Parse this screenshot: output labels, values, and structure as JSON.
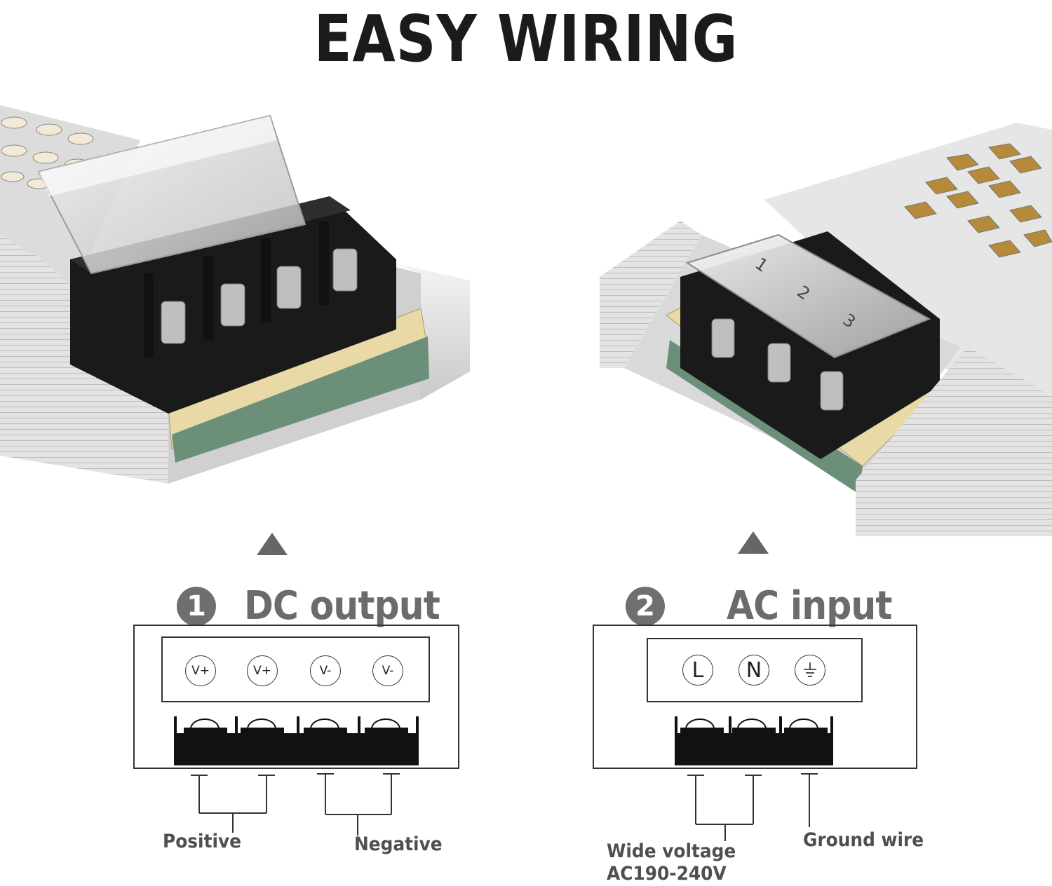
{
  "title": "EASY WIRING",
  "colors": {
    "heading": "#1b1b1b",
    "label_gray": "#6b6b6b",
    "terminal_black": "#111111"
  },
  "dc": {
    "number": "1",
    "heading": "DC output",
    "terminals": [
      "V+",
      "V+",
      "V-",
      "V-"
    ],
    "positive_label": "Positive",
    "negative_label": "Negative"
  },
  "ac": {
    "number": "2",
    "heading": "AC input",
    "terminals": [
      "L",
      "N",
      "ground-icon"
    ],
    "voltage_label_line1": "Wide voltage",
    "voltage_label_line2": "AC190-240V",
    "ground_label": "Ground wire"
  },
  "photo_cover_numbers": [
    "1",
    "2",
    "3"
  ]
}
